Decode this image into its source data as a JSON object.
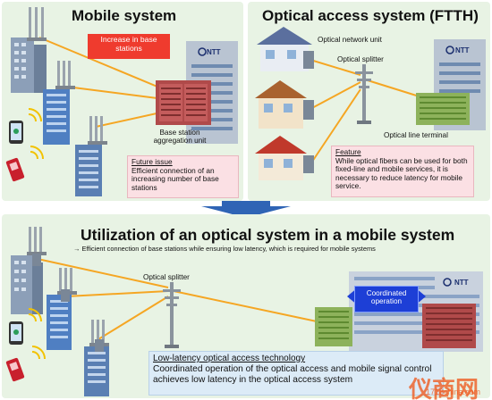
{
  "mobile": {
    "title": "Mobile system",
    "increase_label": "Increase in base stations",
    "aggregation_label": "Base station aggregation unit",
    "future_issue_heading": "Future issue",
    "future_issue_text": "Efficient connection of an increasing number of base stations"
  },
  "ftth": {
    "title": "Optical access system (FTTH)",
    "onu_label": "Optical network unit",
    "splitter_label": "Optical splitter",
    "olt_label": "Optical line terminal",
    "feature_heading": "Feature",
    "feature_text": "While optical fibers can be used for both fixed-line and mobile services, it is necessary to reduce latency for mobile service."
  },
  "bottom": {
    "title": "Utilization of an optical system in a mobile system",
    "subtitle": "→ Efficient connection of base stations while ensuring low latency, which is required for mobile systems",
    "splitter_label": "Optical splitter",
    "coordinated_label": "Coordinated operation",
    "lowlat_heading": "Low-latency optical access technology",
    "lowlat_text": "Coordinated operation of the optical access and mobile signal control achieves low latency in the optical access system"
  },
  "brand": "NTT",
  "watermark": {
    "main": "仪商网",
    "url": "1718china.com"
  },
  "colors": {
    "panel_bg": "#e8f3e4",
    "fiber": "#f5a623",
    "alert_red": "#ef3b2e",
    "issue_pink": "#fbe0e4",
    "arrow_blue": "#2f64b5",
    "coordinated_blue": "#1d3fd6"
  }
}
